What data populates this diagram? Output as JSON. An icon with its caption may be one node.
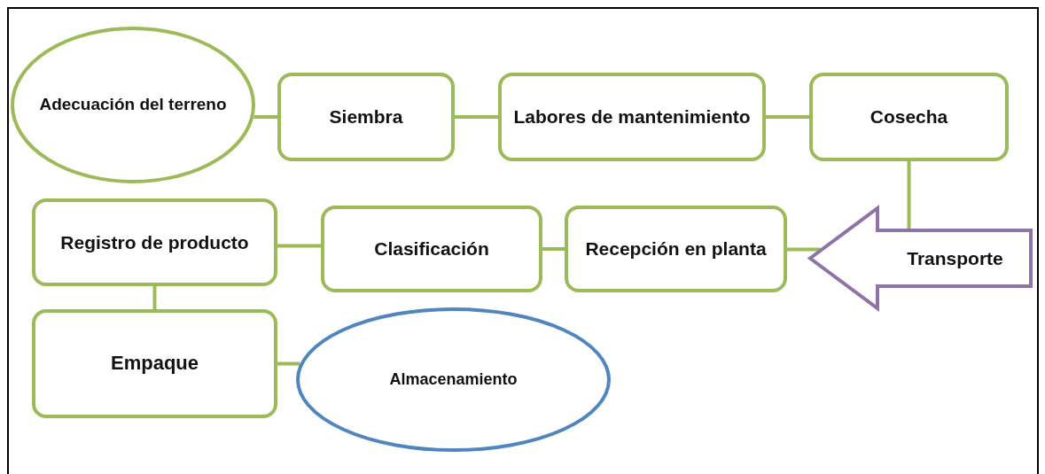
{
  "diagram": {
    "nodes": [
      {
        "text": [
          "Adecuación del terreno"
        ]
      },
      {
        "text": [
          "Siembra"
        ]
      },
      {
        "text": [
          "Labores de mantenimiento"
        ]
      },
      {
        "text": [
          "Cosecha"
        ]
      },
      {
        "text": [
          "Transporte"
        ]
      },
      {
        "text": [
          "Recepción en planta"
        ]
      },
      {
        "text": [
          "Clasificación"
        ]
      },
      {
        "text": [
          "Registro de producto"
        ]
      },
      {
        "text": [
          "Empaque"
        ]
      },
      {
        "text": [
          "Almacenamiento"
        ]
      }
    ],
    "edges": [
      {
        "from": 0,
        "to": 1,
        "arrow": "none"
      },
      {
        "from": 1,
        "to": 2,
        "arrow": "none"
      },
      {
        "from": 2,
        "to": 3,
        "arrow": "none"
      },
      {
        "from": 3,
        "to": 4,
        "arrow": "none"
      },
      {
        "from": 4,
        "to": 5,
        "arrow": "none"
      },
      {
        "from": 5,
        "to": 6,
        "arrow": "none"
      },
      {
        "from": 6,
        "to": 7,
        "arrow": "none"
      },
      {
        "from": 7,
        "to": 8,
        "arrow": "none"
      },
      {
        "from": 8,
        "to": 9,
        "arrow": "none"
      }
    ]
  }
}
